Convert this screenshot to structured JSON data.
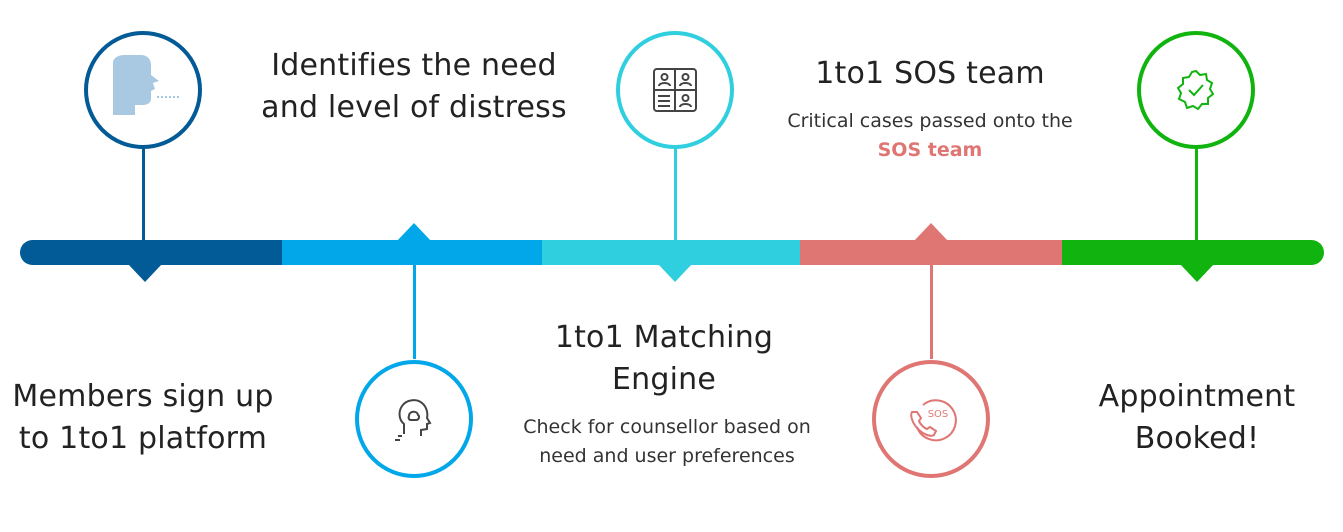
{
  "steps": [
    {
      "title_line1": "Members sign up",
      "title_line2": "to 1to1 platform",
      "icon": "head-profile-icon",
      "color": "#025a96"
    },
    {
      "title_line1": "Identifies the need",
      "title_line2": "and level of distress",
      "icon": "mind-head-icon",
      "color": "#02a7ea"
    },
    {
      "title_line1": "1to1 Matching",
      "title_line2": "Engine",
      "subtitle_line1": "Check for counsellor based on",
      "subtitle_line2": "need and user preferences",
      "icon": "profile-grid-icon",
      "color": "#2fcfdf"
    },
    {
      "title_line1": "1to1 SOS team",
      "subtitle_line1": "Critical cases passed onto the",
      "subtitle_line2": "SOS team",
      "icon": "sos-phone-icon",
      "color": "#e07674"
    },
    {
      "title_line1": "Appointment",
      "title_line2": "Booked!",
      "icon": "verified-badge-icon",
      "color": "#11b40f"
    }
  ],
  "sos_icon_text": "SOS"
}
